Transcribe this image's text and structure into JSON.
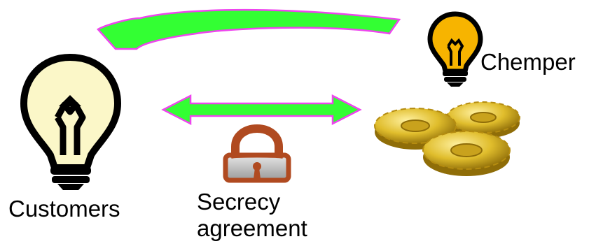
{
  "labels": {
    "chemper": "Chemper",
    "customers": "Customers",
    "secrecy_line1": "Secrecy",
    "secrecy_line2": "agreement"
  },
  "colors": {
    "arrow_fill": "#33ff33",
    "arrow_outline": "#ee44ee",
    "customer_bulb": "#fbf7c8",
    "chemper_bulb": "#f7b400",
    "gear": "#d8b62a",
    "lock_body": "#b7b7b7",
    "lock_shackle": "#b04a20"
  },
  "icons": {
    "customers": "light-bulb-icon",
    "chemper": "light-bulb-icon",
    "secrecy": "padlock-icon",
    "production": "gears-icon"
  }
}
